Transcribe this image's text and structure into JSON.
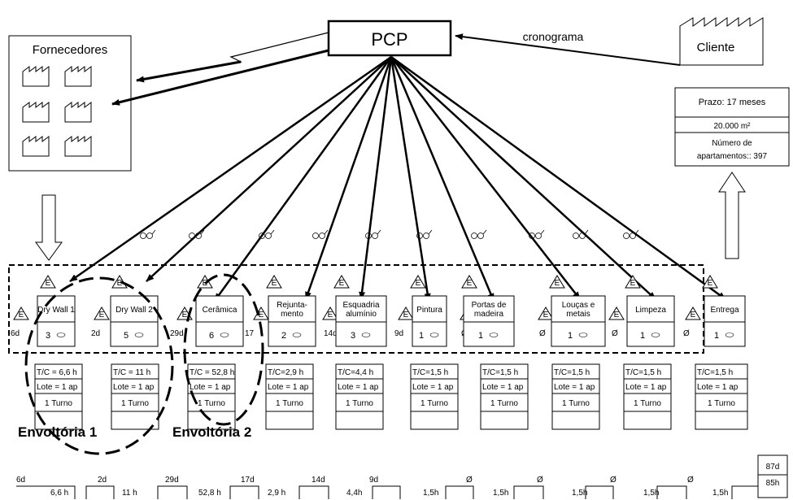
{
  "pcp": "PCP",
  "supplier_label": "Fornecedores",
  "client_label": "Cliente",
  "schedule_label": "cronograma",
  "info_box": [
    "Prazo: 17 meses",
    "20.000 m²",
    "Número de",
    "apartamentos:: 397"
  ],
  "inventory_start": "6d",
  "processes": [
    {
      "name": [
        "Dry Wall 1"
      ],
      "ops": "3",
      "inv_after": "2d",
      "data": [
        "T/C = 6,6 h",
        "Lote = 1 ap",
        "1 Turno"
      ],
      "timeline": {
        "wait": "2d",
        "time": "6,6 h"
      }
    },
    {
      "name": [
        "Dry Wall 2"
      ],
      "ops": "5",
      "inv_after": "29d",
      "data": [
        "T/C = 11 h",
        "Lote = 1 ap",
        "1 Turno"
      ],
      "timeline": {
        "wait": "29d",
        "time": "11 h"
      }
    },
    {
      "name": [
        "Cerâmica"
      ],
      "ops": "6",
      "inv_after": "17",
      "data": [
        "T/C = 52,8 h",
        "Lote = 1 ap",
        "1 Turno"
      ],
      "timeline": {
        "wait": "17d",
        "time": "52,8 h"
      }
    },
    {
      "name": [
        "Rejunta-",
        "mento"
      ],
      "ops": "2",
      "inv_after": "14d",
      "data": [
        "T/C=2,9 h",
        "Lote = 1 ap",
        "1 Turno"
      ],
      "timeline": {
        "wait": "14d",
        "time": "2,9 h"
      }
    },
    {
      "name": [
        "Esquadria",
        "alumínio"
      ],
      "ops": "3",
      "inv_after": "9d",
      "data": [
        "T/C=4,4 h",
        "Lote = 1 ap",
        "1 Turno"
      ],
      "timeline": {
        "wait": "9d",
        "time": "4,4h"
      }
    },
    {
      "name": [
        "Pintura"
      ],
      "ops": "1",
      "inv_after": "Ø",
      "data": [
        "T/C=1,5 h",
        "Lote = 1 ap",
        "1 Turno"
      ],
      "timeline": {
        "wait": "Ø",
        "time": "1,5h"
      }
    },
    {
      "name": [
        "Portas de",
        "madeira"
      ],
      "ops": "1",
      "inv_after": "Ø",
      "data": [
        "T/C=1,5 h",
        "Lote = 1 ap",
        "1 Turno"
      ],
      "timeline": {
        "wait": "Ø",
        "time": "1,5h"
      }
    },
    {
      "name": [
        "Louças e",
        "metais"
      ],
      "ops": "1",
      "inv_after": "Ø",
      "data": [
        "T/C=1,5 h",
        "Lote = 1 ap",
        "1 Turno"
      ],
      "timeline": {
        "wait": "Ø",
        "time": "1,5h"
      }
    },
    {
      "name": [
        "Limpeza"
      ],
      "ops": "1",
      "inv_after": "Ø",
      "data": [
        "T/C=1,5 h",
        "Lote = 1 ap",
        "1 Turno"
      ],
      "timeline": {
        "wait": "Ø",
        "time": "1,5h"
      }
    },
    {
      "name": [
        "Entrega"
      ],
      "ops": "1",
      "inv_after": "",
      "data": [
        "T/C=1,5 h",
        "Lote = 1 ap",
        "1 Turno"
      ],
      "timeline": {
        "wait": "",
        "time": "1,5h"
      }
    }
  ],
  "envelope_labels": [
    "Envoltória  1",
    "Envoltória 2"
  ],
  "inventory_icon": "E",
  "totals": [
    "87d",
    "85h"
  ],
  "icons": [
    "factory-icon",
    "glasses-icon",
    "inventory-triangle-icon",
    "operator-icon",
    "electronic-info-arrow-icon",
    "push-arrow-icon"
  ]
}
